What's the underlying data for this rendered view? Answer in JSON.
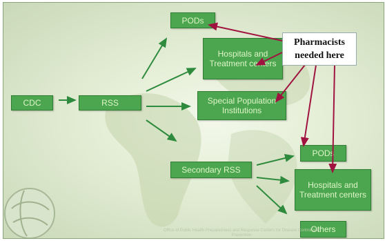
{
  "diagram": {
    "nodes": {
      "cdc": "CDC",
      "rss": "RSS",
      "pods_top": "PODs",
      "hospitals_top": "Hospitals and Treatment centers",
      "special_population": "Special Population Institutions",
      "secondary_rss": "Secondary RSS",
      "pods_bottom": "PODs",
      "hospitals_bottom": "Hospitals and Treatment centers",
      "others": "Others"
    },
    "callout": "Pharmacists needed here",
    "footer_credit": "Office of Public Health Preparedness and Response Centers for Disease Control and Prevention"
  },
  "colors": {
    "box_fill": "#4ca64f",
    "box_text": "#dff5c9",
    "flow_arrow": "#2e8b3d",
    "pharmacist_arrow": "#a0123f"
  }
}
